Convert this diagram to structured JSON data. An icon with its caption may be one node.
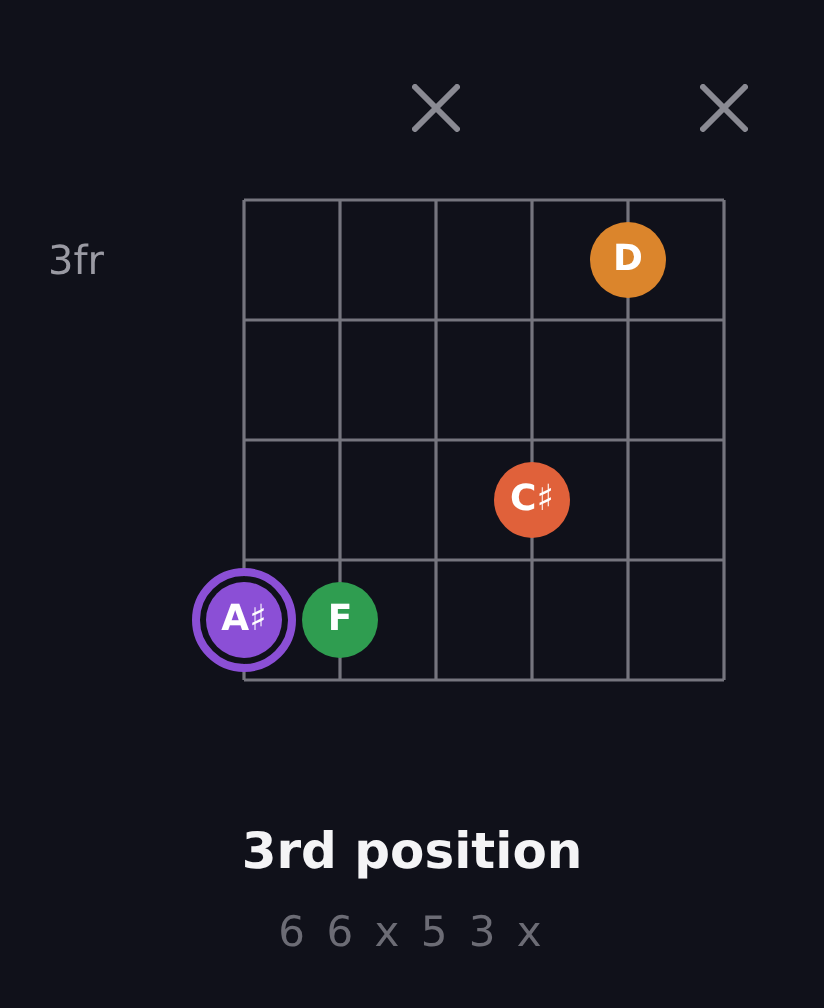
{
  "diagram": {
    "title": "3rd position",
    "caption": "6 6 x 5 3 x",
    "nodes": [
      {
        "text": [
          "D"
        ]
      },
      {
        "text": [
          "C♯"
        ]
      },
      {
        "text": [
          "A♯"
        ]
      },
      {
        "text": [
          "F"
        ]
      }
    ],
    "labels": [
      "3fr"
    ]
  }
}
